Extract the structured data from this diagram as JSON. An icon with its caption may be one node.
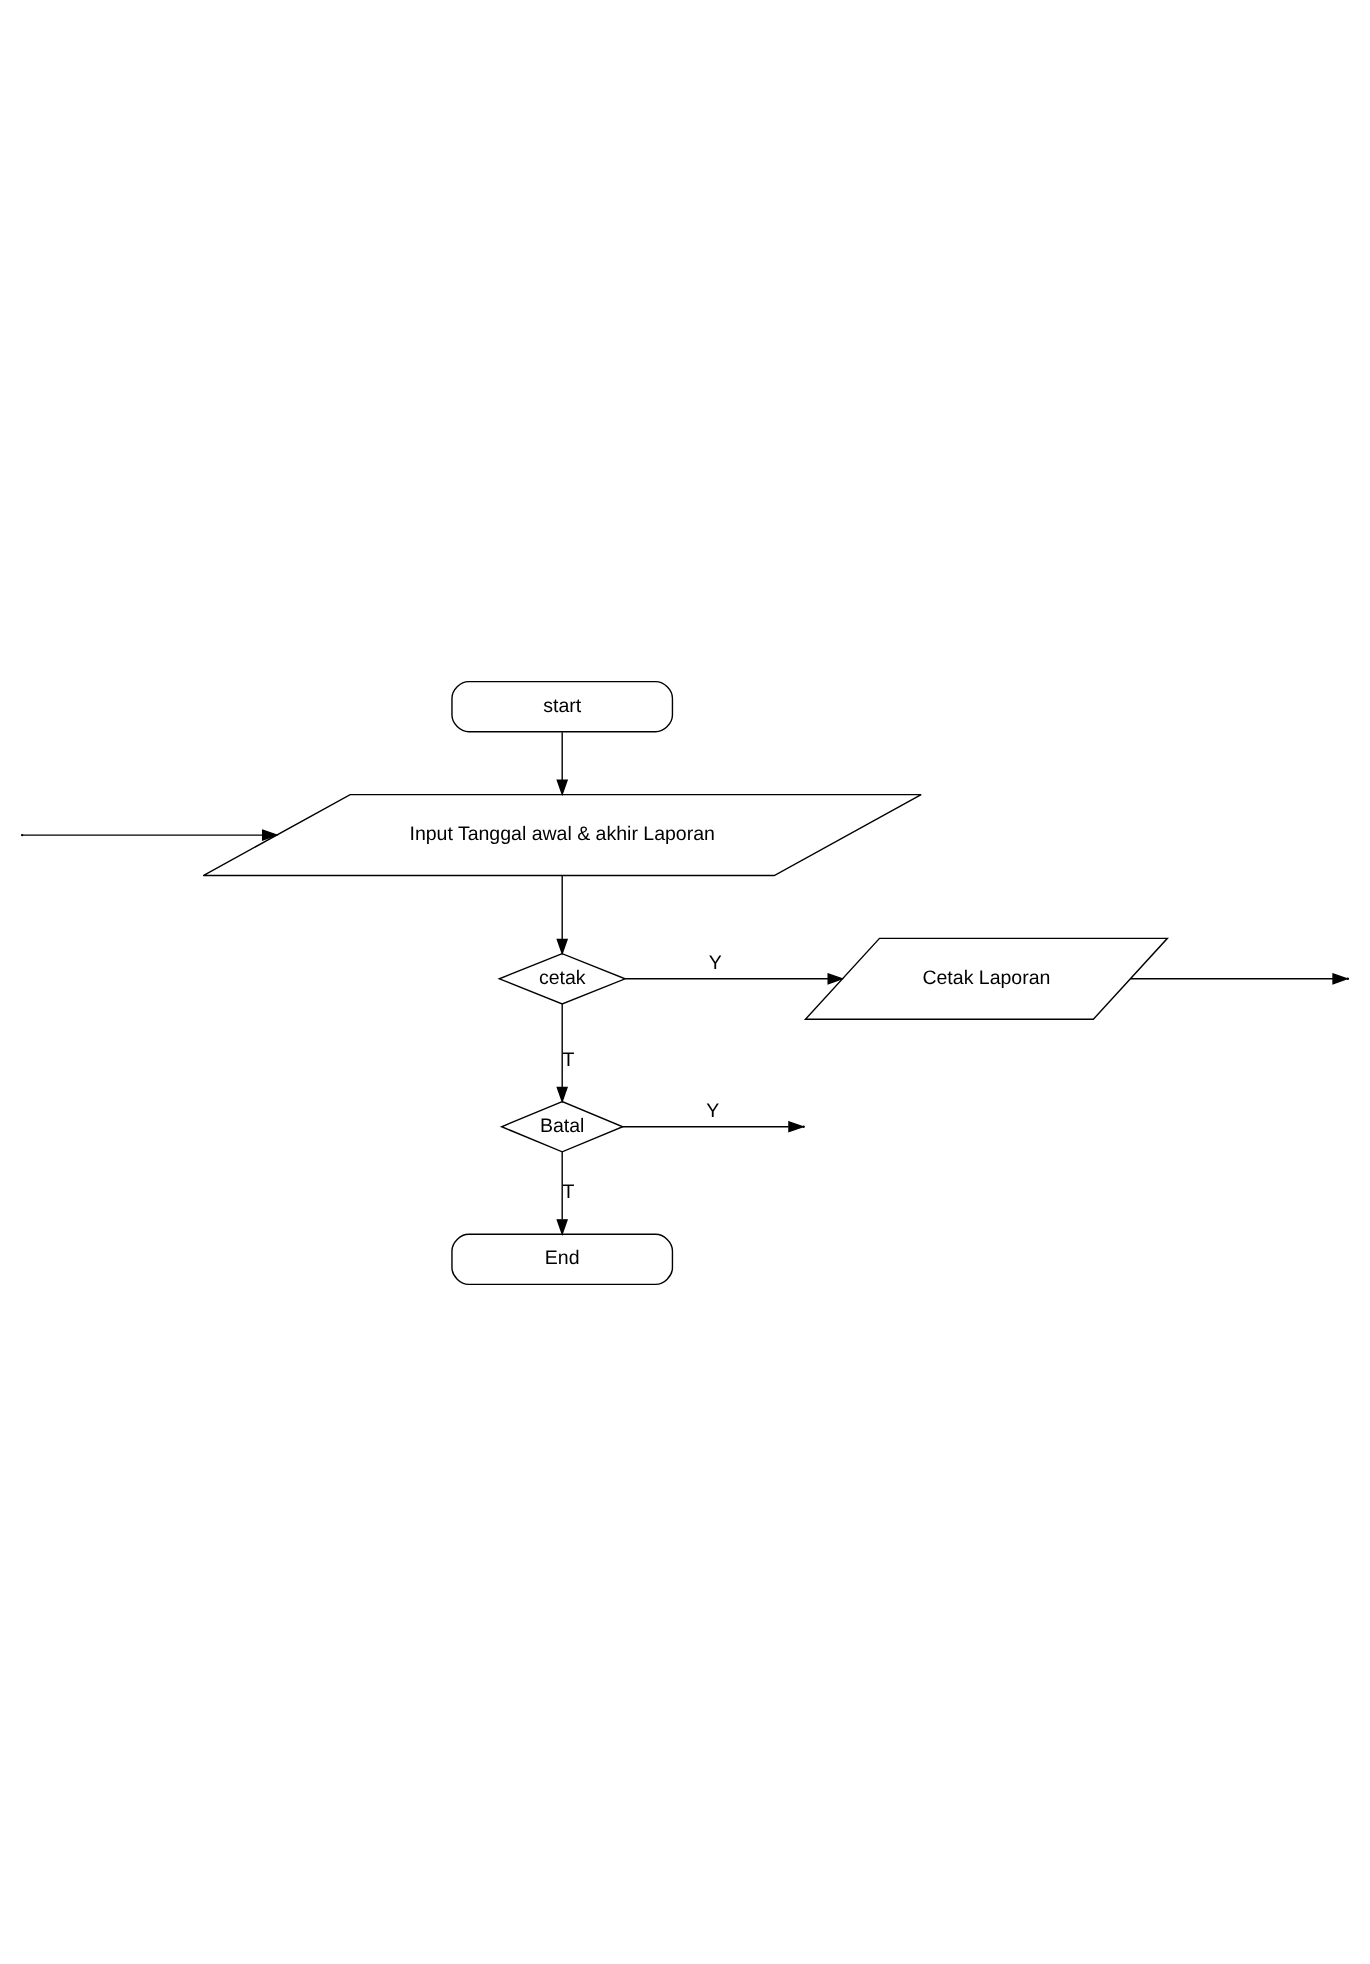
{
  "diagram": {
    "nodes": [
      {
        "text": [
          "start"
        ]
      },
      {
        "text": [
          "Input Tanggal awal & akhir Laporan"
        ]
      },
      {
        "text": [
          "cetak"
        ]
      },
      {
        "text": [
          "Cetak Laporan"
        ]
      },
      {
        "text": [
          "Batal"
        ]
      },
      {
        "text": [
          "End"
        ]
      }
    ],
    "edges": [
      {
        "from": 0,
        "to": 1,
        "arrow": "to"
      },
      {
        "from": 1,
        "to": 2,
        "arrow": "to"
      },
      {
        "from": 2,
        "to": 3,
        "label": "Y",
        "arrow": "to"
      },
      {
        "from": 2,
        "to": 4,
        "label": "T",
        "arrow": "to"
      },
      {
        "from": 4,
        "to": 5,
        "label": "T",
        "arrow": "to"
      },
      {
        "from": 3,
        "to": null,
        "arrow": "to"
      },
      {
        "from": 4,
        "to": null,
        "label": "Y",
        "arrow": "to"
      },
      {
        "from": null,
        "to": 1,
        "arrow": "to"
      }
    ]
  }
}
